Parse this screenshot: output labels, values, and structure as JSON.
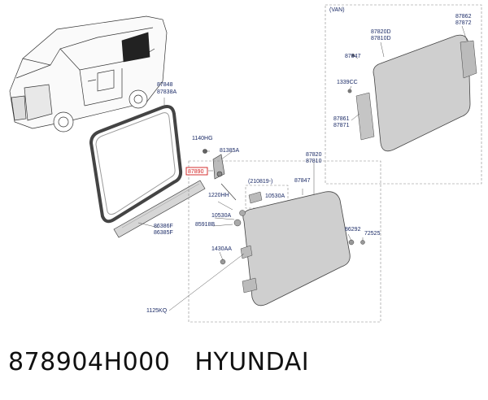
{
  "van_box_label": "(VAN)",
  "callouts": {
    "c87848": "87848",
    "c87838A": "87838A",
    "c1140HG": "1140HG",
    "c81385A": "81385A",
    "c87890": "87890",
    "c87820": "87820",
    "c87810": "87810",
    "c210819": "(210819-)",
    "c10530A_box": "10530A",
    "c87847": "87847",
    "c1220HH": "1220HH",
    "c10530A": "10530A",
    "c85918B": "85918B",
    "c86386F": "86386F",
    "c86385F": "86385F",
    "c86292": "86292",
    "c72525": "72525",
    "c1430AA": "1430AA",
    "c1125KQ": "1125KQ",
    "c87862": "87862",
    "c87872": "87872",
    "c87820D": "87820D",
    "c87810D": "87810D",
    "c87847v": "87847",
    "c1339CC": "1339CC",
    "c87861": "87861",
    "c87871": "87871"
  },
  "highlight_color": "#d11a1a",
  "caption": {
    "part_number": "878904H000",
    "brand": "HYUNDAI"
  }
}
